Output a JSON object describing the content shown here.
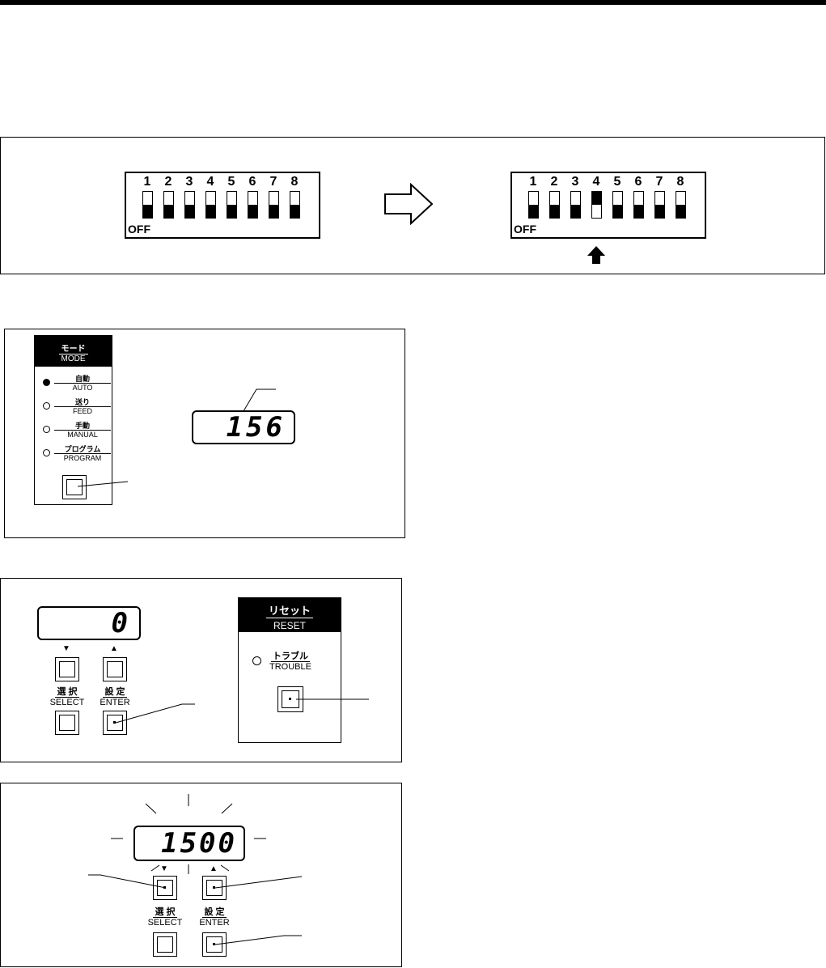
{
  "dip_switch": {
    "numbers": [
      "1",
      "2",
      "3",
      "4",
      "5",
      "6",
      "7",
      "8"
    ],
    "off_label": "OFF",
    "before_on": [],
    "after_on": [
      "4"
    ]
  },
  "mode_panel": {
    "title_jp": "モード",
    "title_en": "MODE",
    "modes": [
      {
        "jp": "自動",
        "en": "AUTO",
        "lit": true
      },
      {
        "jp": "送り",
        "en": "FEED",
        "lit": false
      },
      {
        "jp": "手動",
        "en": "MANUAL",
        "lit": false
      },
      {
        "jp": "プログラム",
        "en": "PROGRAM",
        "lit": false
      }
    ],
    "display_value": "156"
  },
  "keypad_1": {
    "display_value": "0",
    "down_arrow": "▼",
    "up_arrow": "▲",
    "select_jp": "選 択",
    "select_en": "SELECT",
    "enter_jp": "設 定",
    "enter_en": "ENTER"
  },
  "reset_panel": {
    "title_jp": "リセット",
    "title_en": "RESET",
    "trouble_jp": "トラブル",
    "trouble_en": "TROUBLE"
  },
  "keypad_2": {
    "display_value": "1500",
    "down_arrow": "▼",
    "up_arrow": "▲",
    "select_jp": "選 択",
    "select_en": "SELECT",
    "enter_jp": "設 定",
    "enter_en": "ENTER"
  }
}
